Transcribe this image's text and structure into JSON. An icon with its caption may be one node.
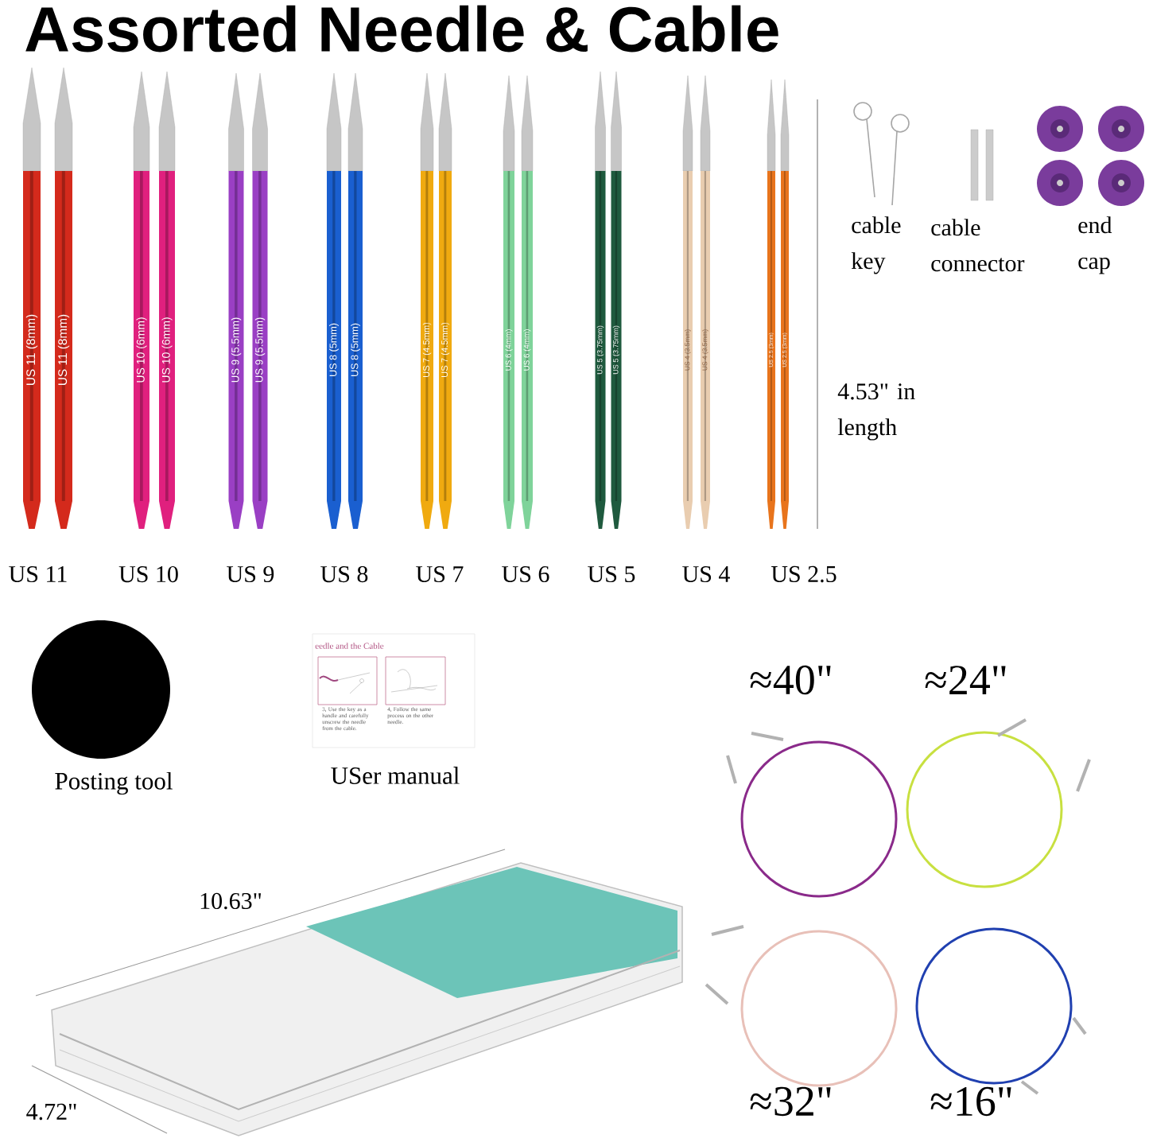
{
  "diagram": {
    "title": "Assorted Needle & Cable",
    "labels": [
      "US 11 (8mm)",
      "US 11 (8mm)",
      "US 10 (6mm)",
      "US 10 (6mm)",
      "US 9 (5.5mm)",
      "US 9 (5.5mm)",
      "US 8 (5mm)",
      "US 8 (5mm)",
      "US 7 (4.5mm)",
      "US 7 (4.5mm)",
      "US 6 (4mm)",
      "US 6 (4mm)",
      "US 5 (3.75mm)",
      "US 5 (3.75mm)",
      "US 4 (3.5mm)",
      "US 4 (3.5mm)",
      "US 2.5 (3mm)",
      "US 2.5 (3mm)",
      "cable key",
      "cable connector",
      "end cap",
      "4.53\" in length",
      "US 11",
      "US 10",
      "US 9",
      "US 8",
      "US 7",
      "US 6",
      "US 5",
      "US 4",
      "US 2.5",
      "≈40\"",
      "≈24\"",
      "Posting tool",
      "USer manual",
      "eedle and the Cable",
      "3, Use the key as a handle and carefully unscrew the needle from the cable.",
      "4, Follow the same process on the other needle.",
      "10.63\"",
      "≈32\"",
      "≈16\"",
      "4.72\""
    ]
  }
}
